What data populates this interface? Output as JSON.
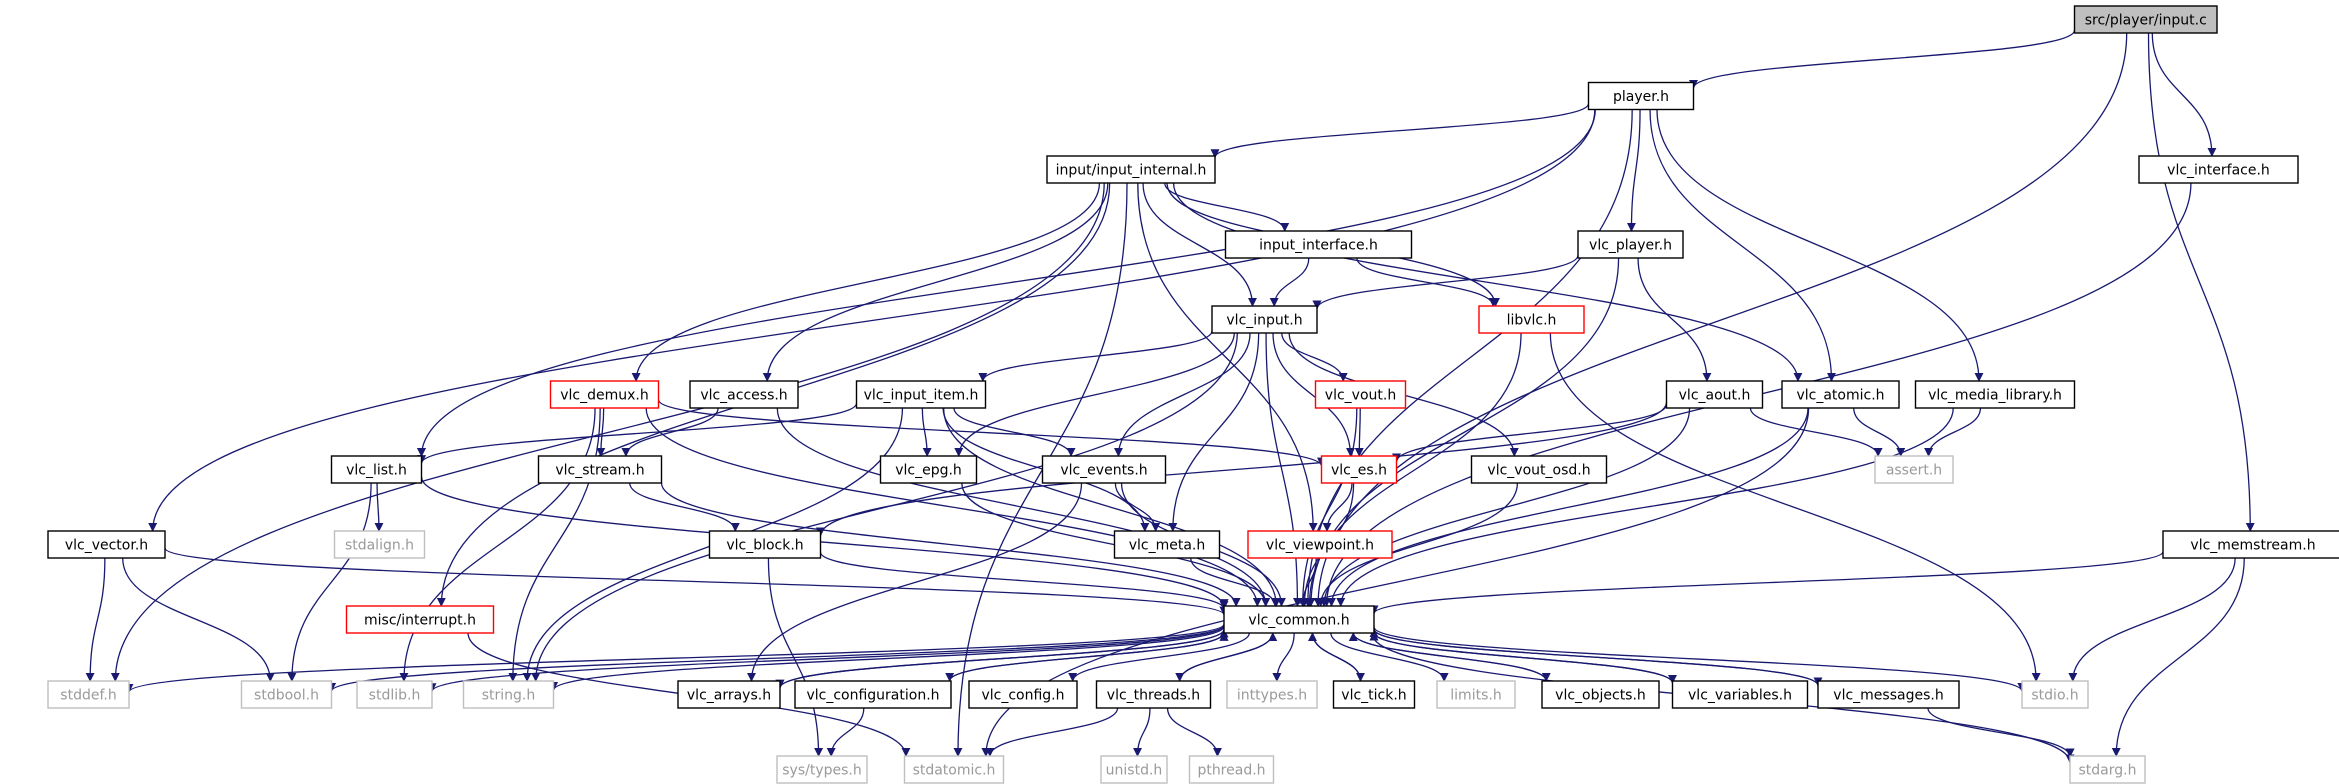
{
  "diagram": {
    "colors": {
      "edge": "#191970",
      "normal_border": "#000000",
      "normal_text": "#000000",
      "root_fill": "#bfbfbf",
      "red_border": "#ff0000",
      "gray_border": "#bfbfbf",
      "gray_text": "#9a9a9a"
    },
    "nodes": [
      {
        "id": "root",
        "label": "src/player/input.c",
        "style": "root"
      },
      {
        "id": "player",
        "label": "player.h",
        "style": "normal"
      },
      {
        "id": "vlc_interface",
        "label": "vlc_interface.h",
        "style": "normal"
      },
      {
        "id": "input_internal",
        "label": "input/input_internal.h",
        "style": "normal"
      },
      {
        "id": "input_interface",
        "label": "input_interface.h",
        "style": "normal"
      },
      {
        "id": "vlc_player",
        "label": "vlc_player.h",
        "style": "normal"
      },
      {
        "id": "vlc_input",
        "label": "vlc_input.h",
        "style": "normal"
      },
      {
        "id": "libvlc",
        "label": "libvlc.h",
        "style": "red"
      },
      {
        "id": "vlc_demux",
        "label": "vlc_demux.h",
        "style": "red"
      },
      {
        "id": "vlc_access",
        "label": "vlc_access.h",
        "style": "normal"
      },
      {
        "id": "vlc_input_item",
        "label": "vlc_input_item.h",
        "style": "normal"
      },
      {
        "id": "vlc_vout",
        "label": "vlc_vout.h",
        "style": "red"
      },
      {
        "id": "vlc_aout",
        "label": "vlc_aout.h",
        "style": "normal"
      },
      {
        "id": "vlc_atomic",
        "label": "vlc_atomic.h",
        "style": "normal"
      },
      {
        "id": "vlc_media_library",
        "label": "vlc_media_library.h",
        "style": "normal"
      },
      {
        "id": "vlc_list",
        "label": "vlc_list.h",
        "style": "normal"
      },
      {
        "id": "vlc_stream",
        "label": "vlc_stream.h",
        "style": "normal"
      },
      {
        "id": "vlc_epg",
        "label": "vlc_epg.h",
        "style": "normal"
      },
      {
        "id": "vlc_events",
        "label": "vlc_events.h",
        "style": "normal"
      },
      {
        "id": "vlc_es",
        "label": "vlc_es.h",
        "style": "red"
      },
      {
        "id": "vlc_vout_osd",
        "label": "vlc_vout_osd.h",
        "style": "normal"
      },
      {
        "id": "assert",
        "label": "assert.h",
        "style": "gray"
      },
      {
        "id": "stdalign",
        "label": "stdalign.h",
        "style": "gray"
      },
      {
        "id": "vlc_vector",
        "label": "vlc_vector.h",
        "style": "normal"
      },
      {
        "id": "vlc_block",
        "label": "vlc_block.h",
        "style": "normal"
      },
      {
        "id": "vlc_meta",
        "label": "vlc_meta.h",
        "style": "normal"
      },
      {
        "id": "vlc_viewpoint",
        "label": "vlc_viewpoint.h",
        "style": "red"
      },
      {
        "id": "vlc_memstream",
        "label": "vlc_memstream.h",
        "style": "normal"
      },
      {
        "id": "misc_interrupt",
        "label": "misc/interrupt.h",
        "style": "red"
      },
      {
        "id": "vlc_common",
        "label": "vlc_common.h",
        "style": "normal"
      },
      {
        "id": "stddef",
        "label": "stddef.h",
        "style": "gray"
      },
      {
        "id": "stdbool",
        "label": "stdbool.h",
        "style": "gray"
      },
      {
        "id": "stdlib",
        "label": "stdlib.h",
        "style": "gray"
      },
      {
        "id": "string",
        "label": "string.h",
        "style": "gray"
      },
      {
        "id": "vlc_arrays",
        "label": "vlc_arrays.h",
        "style": "normal"
      },
      {
        "id": "vlc_configuration",
        "label": "vlc_configuration.h",
        "style": "normal"
      },
      {
        "id": "vlc_config",
        "label": "vlc_config.h",
        "style": "normal"
      },
      {
        "id": "vlc_threads",
        "label": "vlc_threads.h",
        "style": "normal"
      },
      {
        "id": "inttypes",
        "label": "inttypes.h",
        "style": "gray"
      },
      {
        "id": "vlc_tick",
        "label": "vlc_tick.h",
        "style": "normal"
      },
      {
        "id": "limits",
        "label": "limits.h",
        "style": "gray"
      },
      {
        "id": "vlc_objects",
        "label": "vlc_objects.h",
        "style": "normal"
      },
      {
        "id": "vlc_variables",
        "label": "vlc_variables.h",
        "style": "normal"
      },
      {
        "id": "vlc_messages",
        "label": "vlc_messages.h",
        "style": "normal"
      },
      {
        "id": "stdio",
        "label": "stdio.h",
        "style": "gray"
      },
      {
        "id": "sys_types",
        "label": "sys/types.h",
        "style": "gray"
      },
      {
        "id": "stdatomic",
        "label": "stdatomic.h",
        "style": "gray"
      },
      {
        "id": "unistd",
        "label": "unistd.h",
        "style": "gray"
      },
      {
        "id": "pthread",
        "label": "pthread.h",
        "style": "gray"
      },
      {
        "id": "stdarg",
        "label": "stdarg.h",
        "style": "gray"
      }
    ],
    "edges": [
      [
        "root",
        "player"
      ],
      [
        "root",
        "vlc_interface"
      ],
      [
        "root",
        "vlc_common"
      ],
      [
        "root",
        "vlc_memstream"
      ],
      [
        "player",
        "input_internal"
      ],
      [
        "player",
        "vlc_player"
      ],
      [
        "player",
        "vlc_atomic"
      ],
      [
        "player",
        "vlc_media_library"
      ],
      [
        "player",
        "vlc_vector"
      ],
      [
        "player",
        "vlc_list"
      ],
      [
        "vlc_interface",
        "vlc_common"
      ],
      [
        "input_internal",
        "input_interface"
      ],
      [
        "input_internal",
        "vlc_input"
      ],
      [
        "input_internal",
        "libvlc"
      ],
      [
        "input_internal",
        "vlc_demux"
      ],
      [
        "input_internal",
        "vlc_access"
      ],
      [
        "input_internal",
        "vlc_viewpoint"
      ],
      [
        "input_internal",
        "vlc_atomic"
      ],
      [
        "input_internal",
        "misc_interrupt"
      ],
      [
        "input_internal",
        "stddef"
      ],
      [
        "input_internal",
        "stdatomic"
      ],
      [
        "input_interface",
        "vlc_input"
      ],
      [
        "input_interface",
        "libvlc"
      ],
      [
        "vlc_player",
        "vlc_input"
      ],
      [
        "vlc_player",
        "vlc_aout"
      ],
      [
        "vlc_player",
        "vlc_common"
      ],
      [
        "vlc_input",
        "vlc_input_item"
      ],
      [
        "vlc_input",
        "vlc_vout"
      ],
      [
        "vlc_input",
        "vlc_es"
      ],
      [
        "vlc_input",
        "vlc_epg"
      ],
      [
        "vlc_input",
        "vlc_events"
      ],
      [
        "vlc_input",
        "vlc_meta"
      ],
      [
        "vlc_input",
        "vlc_vout_osd"
      ],
      [
        "vlc_input",
        "string"
      ],
      [
        "vlc_input",
        "vlc_common"
      ],
      [
        "libvlc",
        "stdio"
      ],
      [
        "vlc_demux",
        "vlc_stream"
      ],
      [
        "vlc_demux",
        "vlc_es"
      ],
      [
        "vlc_demux",
        "vlc_common"
      ],
      [
        "vlc_demux",
        "stdlib"
      ],
      [
        "vlc_demux",
        "string"
      ],
      [
        "vlc_access",
        "vlc_stream"
      ],
      [
        "vlc_access",
        "vlc_common"
      ],
      [
        "vlc_input_item",
        "vlc_list"
      ],
      [
        "vlc_input_item",
        "vlc_epg"
      ],
      [
        "vlc_input_item",
        "vlc_events"
      ],
      [
        "vlc_input_item",
        "vlc_meta"
      ],
      [
        "vlc_input_item",
        "vlc_common"
      ],
      [
        "vlc_input_item",
        "string"
      ],
      [
        "vlc_vout",
        "vlc_es"
      ],
      [
        "vlc_vout",
        "vlc_common"
      ],
      [
        "vlc_aout",
        "vlc_es"
      ],
      [
        "vlc_aout",
        "assert"
      ],
      [
        "vlc_aout",
        "vlc_block"
      ],
      [
        "vlc_aout",
        "vlc_common"
      ],
      [
        "vlc_atomic",
        "assert"
      ],
      [
        "vlc_atomic",
        "vlc_common"
      ],
      [
        "vlc_atomic",
        "stdatomic"
      ],
      [
        "vlc_media_library",
        "assert"
      ],
      [
        "vlc_media_library",
        "vlc_common"
      ],
      [
        "vlc_list",
        "stdalign"
      ],
      [
        "vlc_list",
        "stdbool"
      ],
      [
        "vlc_list",
        "vlc_common"
      ],
      [
        "vlc_stream",
        "vlc_block"
      ],
      [
        "vlc_stream",
        "vlc_common"
      ],
      [
        "vlc_epg",
        "vlc_common"
      ],
      [
        "vlc_events",
        "vlc_meta"
      ],
      [
        "vlc_events",
        "vlc_arrays"
      ],
      [
        "vlc_events",
        "vlc_common"
      ],
      [
        "vlc_es",
        "vlc_viewpoint"
      ],
      [
        "vlc_es",
        "vlc_common"
      ],
      [
        "vlc_vout_osd",
        "vlc_common"
      ],
      [
        "vlc_vector",
        "stddef"
      ],
      [
        "vlc_vector",
        "stdbool"
      ],
      [
        "vlc_vector",
        "vlc_common"
      ],
      [
        "vlc_block",
        "vlc_common"
      ],
      [
        "vlc_block",
        "sys_types"
      ],
      [
        "vlc_meta",
        "vlc_common"
      ],
      [
        "vlc_viewpoint",
        "vlc_common"
      ],
      [
        "vlc_memstream",
        "vlc_common"
      ],
      [
        "vlc_memstream",
        "stdio"
      ],
      [
        "vlc_memstream",
        "stdarg"
      ],
      [
        "misc_interrupt",
        "stdatomic"
      ],
      [
        "vlc_common",
        "stddef"
      ],
      [
        "vlc_common",
        "stdbool"
      ],
      [
        "vlc_common",
        "stdlib"
      ],
      [
        "vlc_common",
        "string"
      ],
      [
        "vlc_common",
        "vlc_arrays"
      ],
      [
        "vlc_common",
        "vlc_configuration"
      ],
      [
        "vlc_common",
        "vlc_config"
      ],
      [
        "vlc_common",
        "vlc_threads"
      ],
      [
        "vlc_common",
        "inttypes"
      ],
      [
        "vlc_common",
        "vlc_tick"
      ],
      [
        "vlc_common",
        "limits"
      ],
      [
        "vlc_common",
        "vlc_objects"
      ],
      [
        "vlc_common",
        "vlc_variables"
      ],
      [
        "vlc_common",
        "vlc_messages"
      ],
      [
        "vlc_common",
        "stdio"
      ],
      [
        "vlc_common",
        "stdarg"
      ],
      [
        "vlc_arrays",
        "vlc_common"
      ],
      [
        "vlc_configuration",
        "vlc_common"
      ],
      [
        "vlc_threads",
        "vlc_common"
      ],
      [
        "vlc_tick",
        "vlc_common"
      ],
      [
        "vlc_objects",
        "vlc_common"
      ],
      [
        "vlc_variables",
        "vlc_common"
      ],
      [
        "vlc_messages",
        "vlc_common"
      ],
      [
        "vlc_configuration",
        "sys_types"
      ],
      [
        "vlc_threads",
        "stdatomic"
      ],
      [
        "vlc_threads",
        "unistd"
      ],
      [
        "vlc_threads",
        "pthread"
      ],
      [
        "vlc_messages",
        "stdarg"
      ],
      [
        "player",
        "vlc_common"
      ],
      [
        "libvlc",
        "vlc_common"
      ]
    ]
  }
}
